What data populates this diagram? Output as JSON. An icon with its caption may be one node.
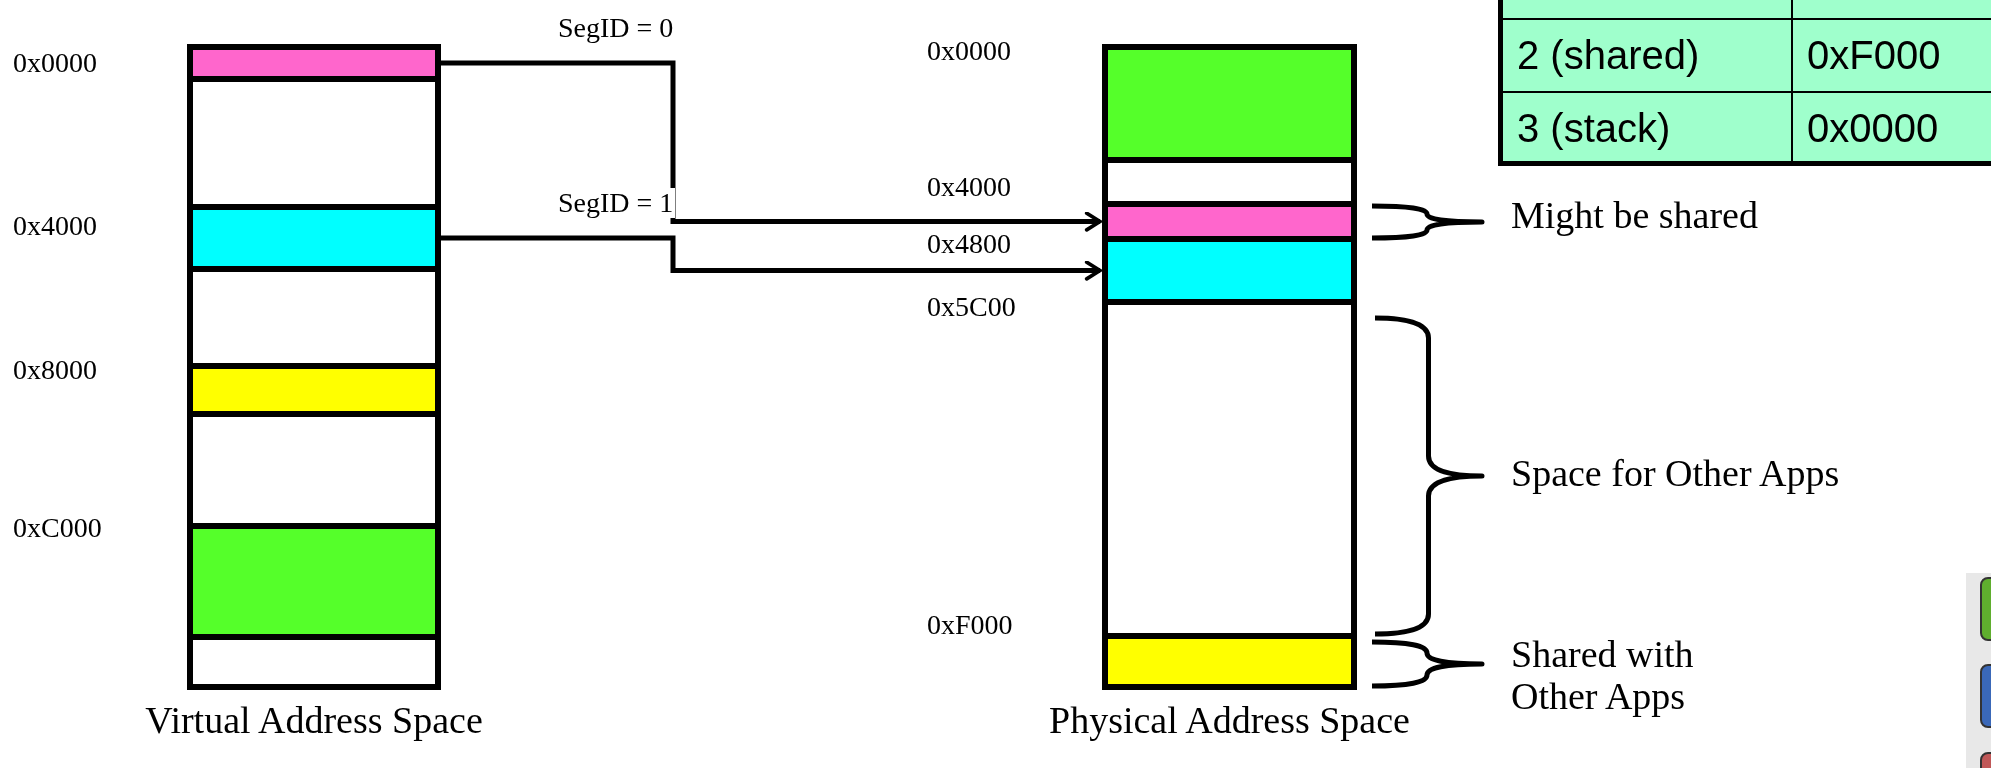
{
  "diagram": {
    "nodes": [
      {
        "text": [
          "Virtual Address Space"
        ]
      },
      {
        "text": [],
        "shape": "box",
        "in": 0
      },
      {
        "text": [],
        "shape": "box",
        "in": 0
      },
      {
        "text": [],
        "shape": "box",
        "in": 0
      },
      {
        "text": [],
        "shape": "box",
        "in": 0
      },
      {
        "text": [],
        "shape": "box",
        "in": 0
      },
      {
        "text": [],
        "shape": "box",
        "in": 0
      },
      {
        "text": [],
        "shape": "box",
        "in": 0
      },
      {
        "text": [],
        "shape": "box",
        "in": 0
      },
      {
        "text": [
          "Physical Address Space"
        ]
      },
      {
        "text": [],
        "shape": "box",
        "in": 9
      },
      {
        "text": [],
        "shape": "box",
        "in": 9
      },
      {
        "text": [],
        "shape": "box",
        "in": 9
      },
      {
        "text": [],
        "shape": "box",
        "in": 9
      },
      {
        "text": [],
        "shape": "box",
        "in": 9
      },
      {
        "text": [],
        "shape": "box",
        "in": 9
      }
    ],
    "edges": [
      {
        "from": 1,
        "to": 12,
        "arrow": "to",
        "label": "SegID = 0"
      },
      {
        "from": 3,
        "to": 13,
        "arrow": "to",
        "label": "SegID = 1"
      }
    ],
    "labels": [
      "0x0000",
      "0x4000",
      "0x8000",
      "0xC000",
      "0x0000",
      "0x4000",
      "0x4800",
      "0x5C00",
      "0xF000",
      "Might be shared",
      "Space for Other Apps",
      "Shared with Other Apps",
      "2 (shared)",
      "0xF000",
      "3 (stack)",
      "0x0000"
    ]
  }
}
